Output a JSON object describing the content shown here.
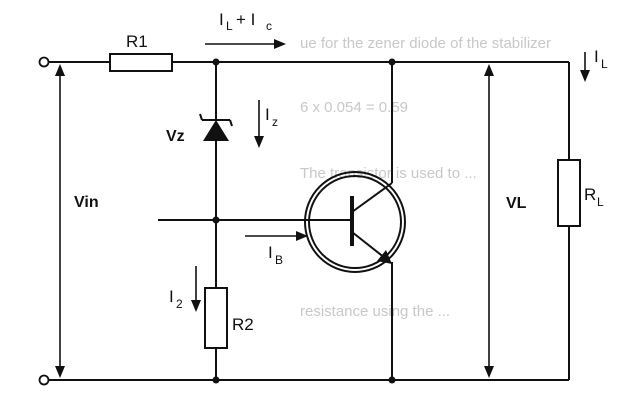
{
  "background_text": [
    "ue for the zener diode of the stabilizer",
    "6 x 0.054 = 0.59",
    "The transistor is used to ...",
    "resistance using the ..."
  ],
  "labels": {
    "r1": "R1",
    "r2": "R2",
    "vz": "Vz",
    "vin": "Vin",
    "vl": "VL",
    "il_ic": {
      "main": "I",
      "sub1": "L",
      "plus": "+ I",
      "sub2": "c"
    },
    "iz": {
      "main": "I",
      "sub": "z"
    },
    "ib": {
      "main": "I",
      "sub": "B"
    },
    "i2": {
      "main": "I",
      "sub": "2"
    },
    "il": {
      "main": "I",
      "sub": "L"
    },
    "rl": {
      "main": "R",
      "sub": "L"
    }
  },
  "colors": {
    "ink": "#111111",
    "ghost": "#c8c8c8"
  }
}
